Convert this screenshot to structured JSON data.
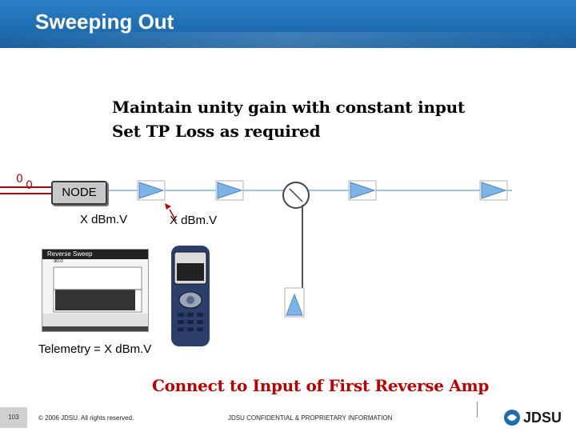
{
  "slide": {
    "title": "Sweeping Out",
    "line1": "Maintain unity gain with constant input",
    "line2": "Set TP Loss as required",
    "callout": "Connect to Input of First Reverse Amp"
  },
  "diagram": {
    "node_label": "NODE",
    "level_left": "X dBm.V",
    "level_right": "X dBm.V",
    "telemetry": "Telemetry = X dBm.V"
  },
  "sweep_screen": {
    "header": "Reverse Sweep",
    "marker": "30.0"
  },
  "footer": {
    "page": "103",
    "copyright": "© 2006 JDSU. All rights reserved.",
    "confidential": "JDSU CONFIDENTIAL & PROPRIETARY INFORMATION",
    "logo": "JDSU"
  },
  "colors": {
    "header": "#1f6db1",
    "callout": "#c00000",
    "amplifier": "#7db4e6"
  },
  "icons": [
    "amplifier-icon",
    "splitter-icon",
    "meter-icon",
    "jdsu-logo-icon",
    "antenna-icon"
  ]
}
